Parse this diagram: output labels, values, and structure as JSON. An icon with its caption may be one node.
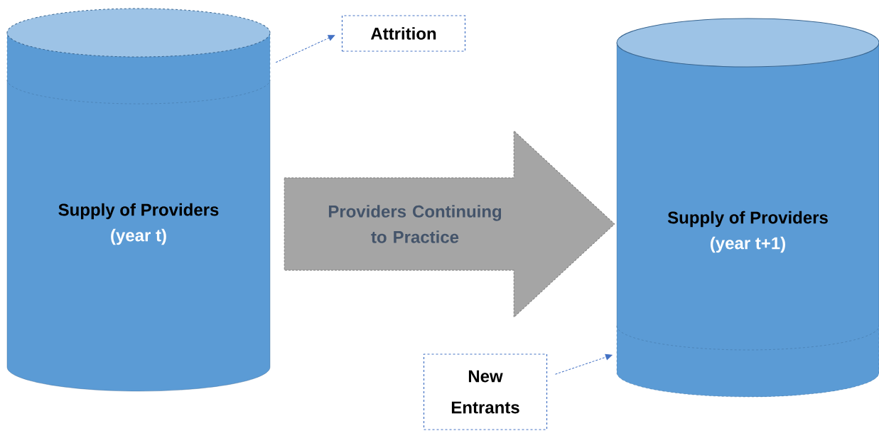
{
  "diagram": {
    "nodes": [
      {
        "text": [
          "Supply of Providers",
          "(year t)"
        ]
      },
      {
        "text": [
          "Attrition"
        ]
      },
      {
        "text": [
          "Supply of Providers",
          "(year t+1)"
        ]
      },
      {
        "text": [
          "New Entrants"
        ]
      }
    ],
    "edges": [
      {
        "from": 0,
        "to": 2,
        "arrow": "to",
        "label": "Providers Continuing to Practice",
        "style": "thick",
        "color": "#a5a5a5"
      },
      {
        "from": 0,
        "to": 1,
        "arrow": "to"
      },
      {
        "from": 3,
        "to": 2,
        "arrow": "to"
      }
    ]
  }
}
